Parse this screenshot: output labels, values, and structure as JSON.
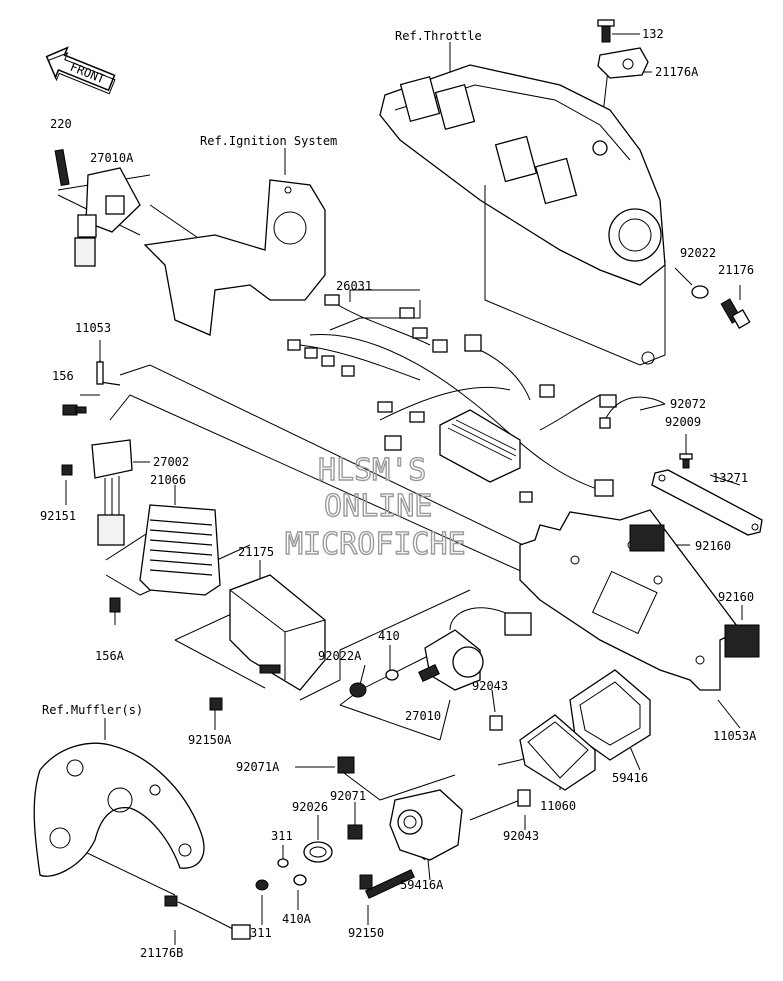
{
  "front_arrow": "FRONT",
  "references": {
    "throttle": "Ref.Throttle",
    "ignition": "Ref.Ignition System",
    "muffler": "Ref.Muffler(s)"
  },
  "watermark": [
    "HLSM'S",
    "ONLINE",
    "MICROFICHE"
  ],
  "parts": {
    "p132": "132",
    "p21176A": "21176A",
    "p220": "220",
    "p27010A": "27010A",
    "p92022": "92022",
    "p21176": "21176",
    "p26031": "26031",
    "p11053": "11053",
    "p156": "156",
    "p92072": "92072",
    "p92009": "92009",
    "p27002": "27002",
    "p13271": "13271",
    "p21066": "21066",
    "p92151": "92151",
    "p92160a": "92160",
    "p21175": "21175",
    "p92160b": "92160",
    "p156A": "156A",
    "p410a": "410",
    "p92022A": "92022A",
    "p92043a": "92043",
    "p27010": "27010",
    "p11053A": "11053A",
    "p92150A": "92150A",
    "p59416": "59416",
    "p92071A": "92071A",
    "p92071": "92071",
    "p92026": "92026",
    "p11060": "11060",
    "p92043b": "92043",
    "p311a": "311",
    "p59416A": "59416A",
    "p410A": "410A",
    "p311b": "311",
    "p92150": "92150",
    "p21176B": "21176B"
  }
}
